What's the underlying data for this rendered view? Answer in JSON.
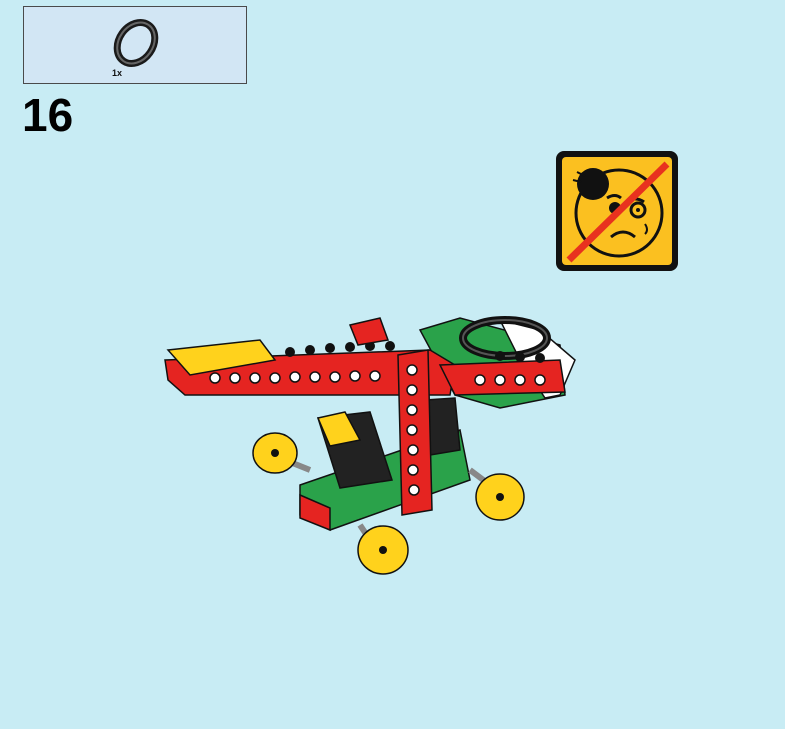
{
  "parts_list": {
    "items": [
      {
        "icon": "rubber-ring-icon",
        "quantity": "1x"
      }
    ]
  },
  "step": {
    "number": "16"
  },
  "warning": {
    "icon": "no-projectile-to-face-icon",
    "color": "#fbc020"
  },
  "model": {
    "icon": "helicopter-model-assembly"
  }
}
